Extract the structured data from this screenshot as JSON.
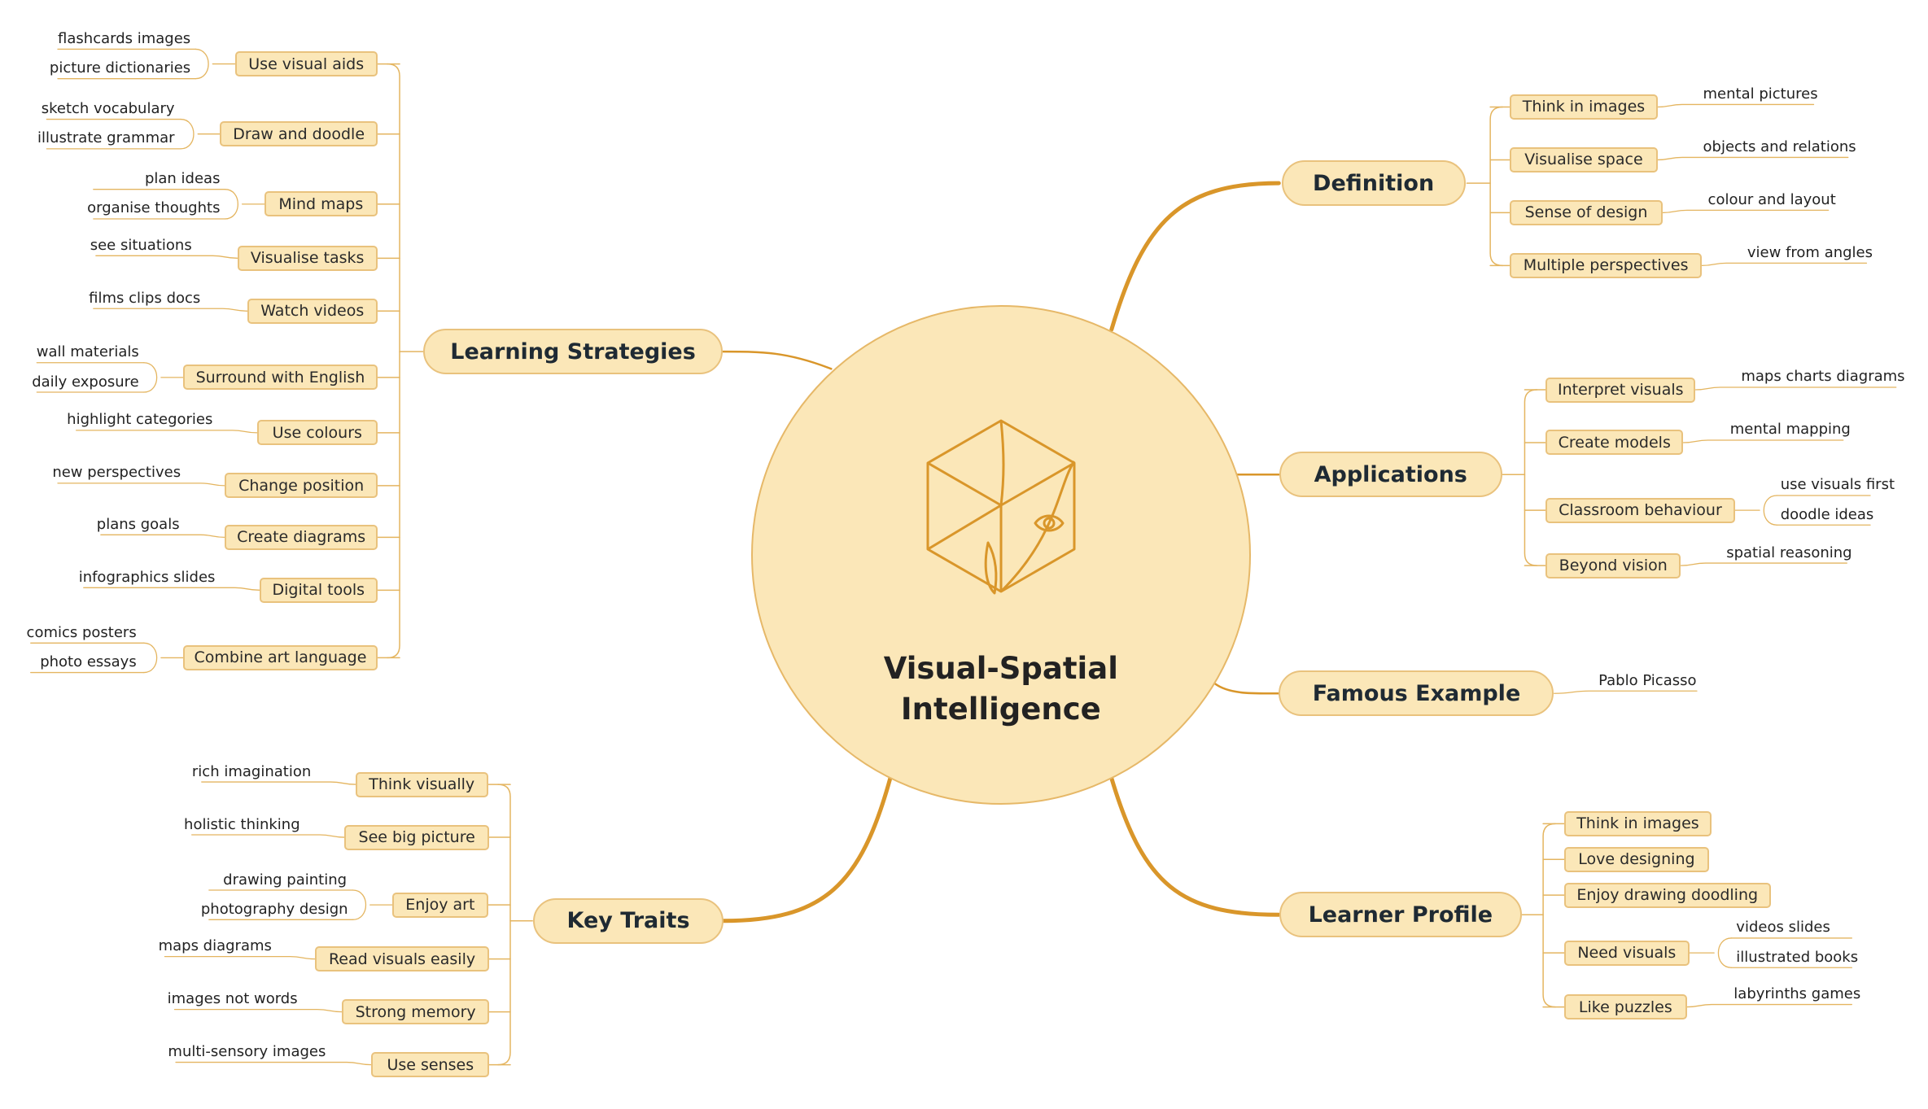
{
  "center": {
    "title_line1": "Visual-Spatial",
    "title_line2": "Intelligence",
    "icon": "cube-eye-icon"
  },
  "colors": {
    "accent": "#d9962a",
    "fill": "#fbe7b8",
    "border": "#e9c27d",
    "connector": "#e4b560"
  },
  "topics": {
    "learning": {
      "label": "Learning Strategies",
      "items": [
        {
          "label": "Use visual aids",
          "leaves": [
            "flashcards images",
            "picture dictionaries"
          ]
        },
        {
          "label": "Draw and doodle",
          "leaves": [
            "sketch vocabulary",
            "illustrate grammar"
          ]
        },
        {
          "label": "Mind maps",
          "leaves": [
            "plan ideas",
            "organise thoughts"
          ]
        },
        {
          "label": "Visualise tasks",
          "leaves": [
            "see situations"
          ]
        },
        {
          "label": "Watch videos",
          "leaves": [
            "films clips docs"
          ]
        },
        {
          "label": "Surround with English",
          "leaves": [
            "wall materials",
            "daily exposure"
          ]
        },
        {
          "label": "Use colours",
          "leaves": [
            "highlight categories"
          ]
        },
        {
          "label": "Change position",
          "leaves": [
            "new perspectives"
          ]
        },
        {
          "label": "Create diagrams",
          "leaves": [
            "plans goals"
          ]
        },
        {
          "label": "Digital tools",
          "leaves": [
            "infographics slides"
          ]
        },
        {
          "label": "Combine art language",
          "leaves": [
            "comics posters",
            "photo essays"
          ]
        }
      ]
    },
    "traits": {
      "label": "Key Traits",
      "items": [
        {
          "label": "Think visually",
          "leaves": [
            "rich imagination"
          ]
        },
        {
          "label": "See big picture",
          "leaves": [
            "holistic thinking"
          ]
        },
        {
          "label": "Enjoy art",
          "leaves": [
            "drawing painting",
            "photography design"
          ]
        },
        {
          "label": "Read visuals easily",
          "leaves": [
            "maps diagrams"
          ]
        },
        {
          "label": "Strong memory",
          "leaves": [
            "images not words"
          ]
        },
        {
          "label": "Use senses",
          "leaves": [
            "multi-sensory images"
          ]
        }
      ]
    },
    "definition": {
      "label": "Definition",
      "items": [
        {
          "label": "Think in images",
          "leaves": [
            "mental pictures"
          ]
        },
        {
          "label": "Visualise space",
          "leaves": [
            "objects and relations"
          ]
        },
        {
          "label": "Sense of design",
          "leaves": [
            "colour and layout"
          ]
        },
        {
          "label": "Multiple perspectives",
          "leaves": [
            "view from angles"
          ]
        }
      ]
    },
    "applications": {
      "label": "Applications",
      "items": [
        {
          "label": "Interpret visuals",
          "leaves": [
            "maps charts diagrams"
          ]
        },
        {
          "label": "Create models",
          "leaves": [
            "mental mapping"
          ]
        },
        {
          "label": "Classroom behaviour",
          "leaves": [
            "use visuals first",
            "doodle ideas"
          ]
        },
        {
          "label": "Beyond vision",
          "leaves": [
            "spatial reasoning"
          ]
        }
      ]
    },
    "famous": {
      "label": "Famous Example",
      "leaves": [
        "Pablo Picasso"
      ]
    },
    "profile": {
      "label": "Learner Profile",
      "items": [
        {
          "label": "Think in images",
          "leaves": []
        },
        {
          "label": "Love designing",
          "leaves": []
        },
        {
          "label": "Enjoy drawing doodling",
          "leaves": []
        },
        {
          "label": "Need visuals",
          "leaves": [
            "videos slides",
            "illustrated books"
          ]
        },
        {
          "label": "Like puzzles",
          "leaves": [
            "labyrinths games"
          ]
        }
      ]
    }
  }
}
